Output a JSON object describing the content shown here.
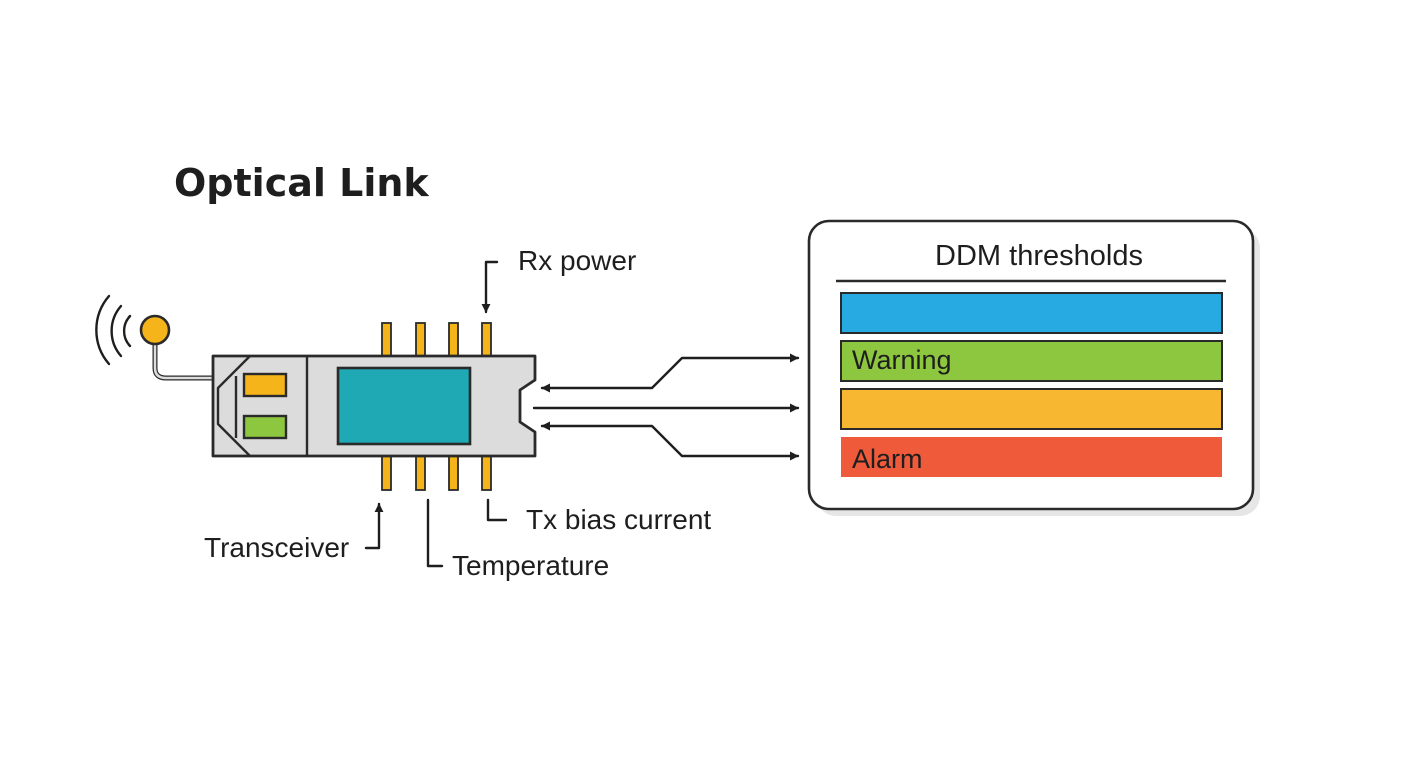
{
  "title": "Optical Link",
  "labels": {
    "rx_power": "Rx power",
    "tx_bias_current": "Tx bias current",
    "transceiver": "Transceiver",
    "temperature": "Temperature"
  },
  "panel": {
    "title": "DDM thresholds",
    "bars": [
      {
        "label": "",
        "color": "#27a9e1"
      },
      {
        "label": "Warning",
        "color": "#8dc63f"
      },
      {
        "label": "",
        "color": "#f7b731"
      },
      {
        "label": "Alarm",
        "color": "#ee5a3a"
      }
    ]
  },
  "colors": {
    "module_body": "#dcdcdc",
    "chip": "#1fa9b5",
    "pin": "#f4b41a",
    "antenna_dot": "#f4b41a",
    "port_top": "#f4b41a",
    "port_bottom": "#8dc63f"
  },
  "icons": [
    "antenna-signal-icon",
    "arrow-icon"
  ]
}
